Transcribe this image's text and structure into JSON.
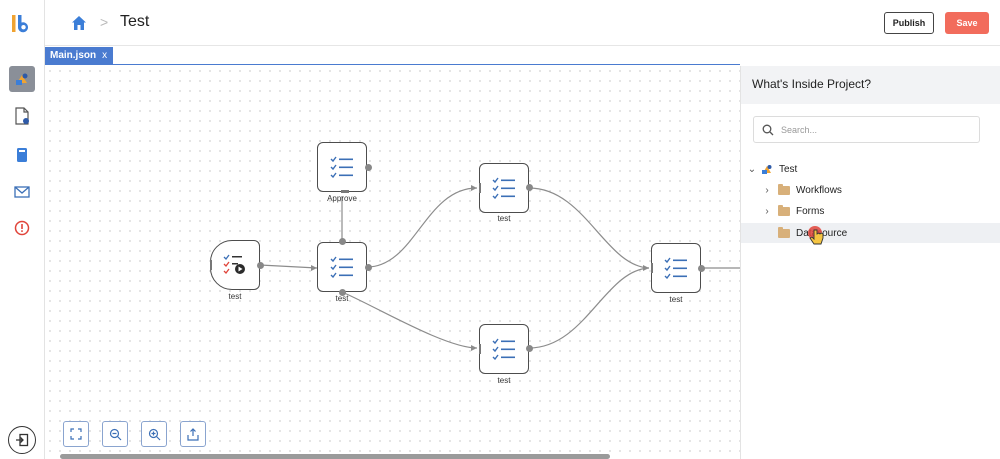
{
  "header": {
    "title": "Test",
    "separator": ">",
    "publish_label": "Publish",
    "save_label": "Save"
  },
  "tabs": [
    {
      "label": "Main.json",
      "close": "x"
    }
  ],
  "sidebar": {
    "items": [
      {
        "name": "workflow-designer-icon",
        "active": true
      },
      {
        "name": "document-settings-icon",
        "active": false
      },
      {
        "name": "storage-icon",
        "active": false
      },
      {
        "name": "mail-icon",
        "active": false
      },
      {
        "name": "alert-icon",
        "active": false
      }
    ]
  },
  "canvas": {
    "nodes": [
      {
        "id": "n1",
        "label": "test",
        "icon": "checklist-play-icon"
      },
      {
        "id": "n2",
        "label": "Approve",
        "icon": "checklist-icon"
      },
      {
        "id": "n3",
        "label": "test",
        "icon": "checklist-icon"
      },
      {
        "id": "n4",
        "label": "test",
        "icon": "checklist-icon"
      },
      {
        "id": "n5",
        "label": "test",
        "icon": "checklist-icon"
      },
      {
        "id": "n6",
        "label": "test",
        "icon": "checklist-icon"
      }
    ]
  },
  "panel": {
    "title": "What's Inside Project?",
    "search_placeholder": "Search...",
    "tree": [
      {
        "label": "Test",
        "icon": "project-icon",
        "expanded": true
      },
      {
        "label": "Workflows",
        "icon": "folder-icon",
        "expanded": false
      },
      {
        "label": "Forms",
        "icon": "folder-icon",
        "expanded": false
      },
      {
        "label": "Datasource",
        "icon": "folder-icon",
        "highlighted": true
      }
    ]
  },
  "colors": {
    "accent": "#4a7bd0",
    "save": "#f26c5c",
    "checklist": "#3b6fb6"
  }
}
